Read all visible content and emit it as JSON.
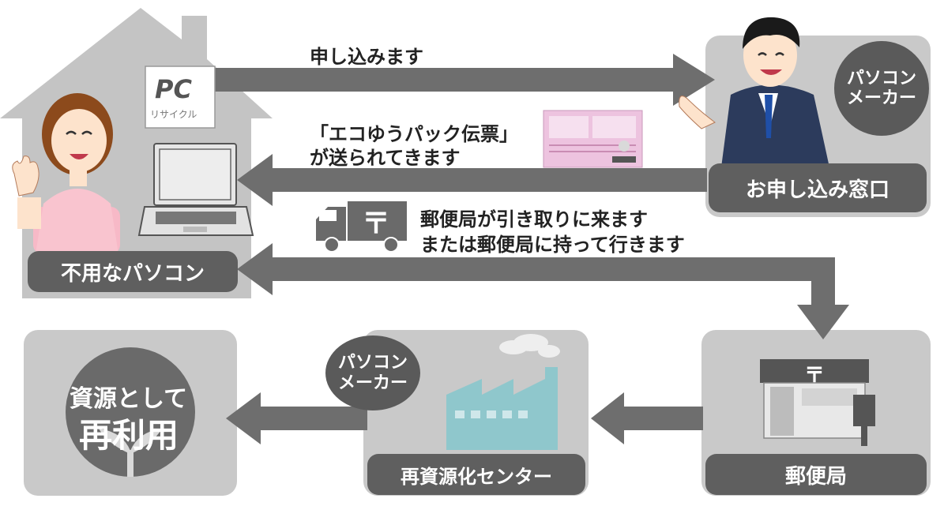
{
  "home": {
    "label": "不用なパソコン",
    "pc_logo": {
      "mark": "PC",
      "caption": "リサイクル"
    }
  },
  "steps": {
    "apply": "申し込みます",
    "slip_line1": "「エコゆうパック伝票」",
    "slip_line2": "が送られてきます",
    "pickup_line1": "郵便局が引き取りに来ます",
    "pickup_line2": "または郵便局に持って行きます"
  },
  "maker_counter": {
    "badge_line1": "パソコン",
    "badge_line2": "メーカー",
    "label": "お申し込み窓口"
  },
  "post_office": {
    "label": "郵便局",
    "symbol": "〒"
  },
  "recycling_center": {
    "badge_line1": "パソコン",
    "badge_line2": "メーカー",
    "label": "再資源化センター"
  },
  "reuse": {
    "line1": "資源として",
    "line2": "再利用"
  },
  "truck": {
    "symbol": "〒"
  },
  "colors": {
    "panel": "#c9c9c9",
    "dark_label": "#5f5f5f",
    "arrow": "#6e6e6e",
    "house": "#bdbdbd",
    "slip": "#e7b6d8",
    "factory": "#8fc7cc"
  }
}
